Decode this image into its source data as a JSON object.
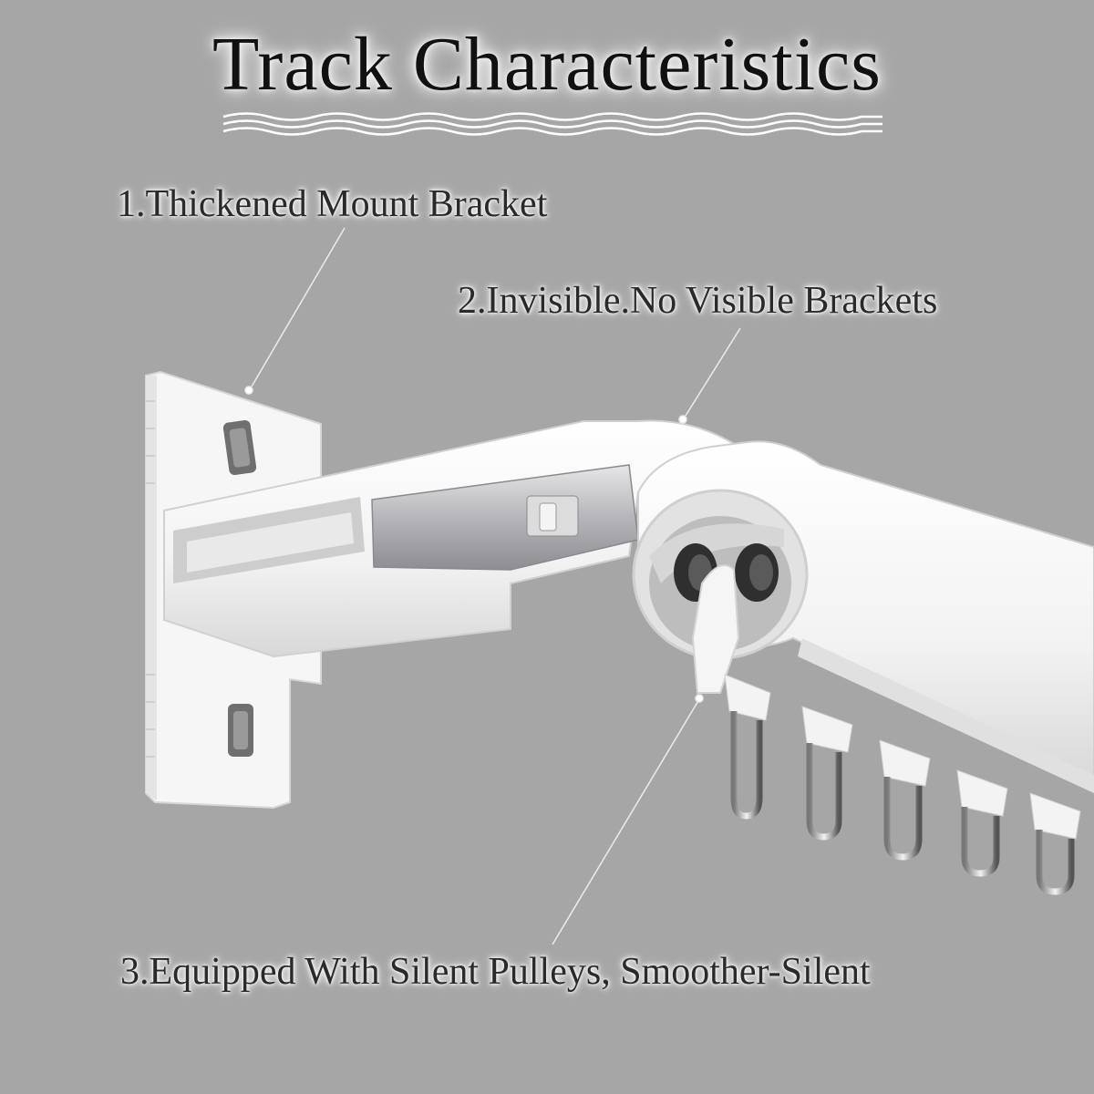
{
  "title": "Track Characteristics",
  "callouts": [
    {
      "label": "1.Thickened Mount Bracket"
    },
    {
      "label": "2.Invisible.No Visible Brackets"
    },
    {
      "label": "3.Equipped With Silent Pulleys, Smoother-Silent"
    }
  ],
  "colors": {
    "background": "#a6a6a6",
    "track_white": "#f4f4f4",
    "metal": "#c9c9cc",
    "roller": "#3a3a3a"
  },
  "icons": [
    "title-wave-divider",
    "bracket-illustration",
    "track-rail",
    "pulley-hook"
  ]
}
